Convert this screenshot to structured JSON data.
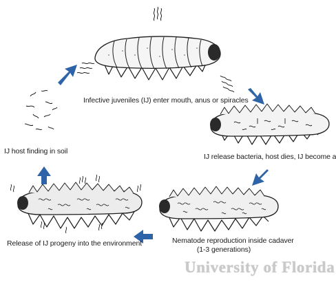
{
  "labels": {
    "infective_entry": "Infective juveniles (IJ) enter mouth, anus or spiracles",
    "release_bacteria": "IJ release bacteria, host dies, IJ become adult",
    "reproduction_line1": "Nematode reproduction inside cadaver",
    "reproduction_line2": "(1-3 generations)",
    "progeny_release": "Release of IJ progeny into the environment",
    "host_finding": "IJ host finding in soil"
  },
  "watermark": "University of Florida",
  "colors": {
    "arrow": "#2f63a8",
    "larva_body": "#f4f4f4",
    "larva_shadow": "#3a3a3a",
    "ink": "#1b1b1b",
    "watermark": "#c9c9c9"
  },
  "icons": {
    "arrow": "block-arrow",
    "larva": "insect-larva",
    "nematode": "wavy-worm"
  }
}
